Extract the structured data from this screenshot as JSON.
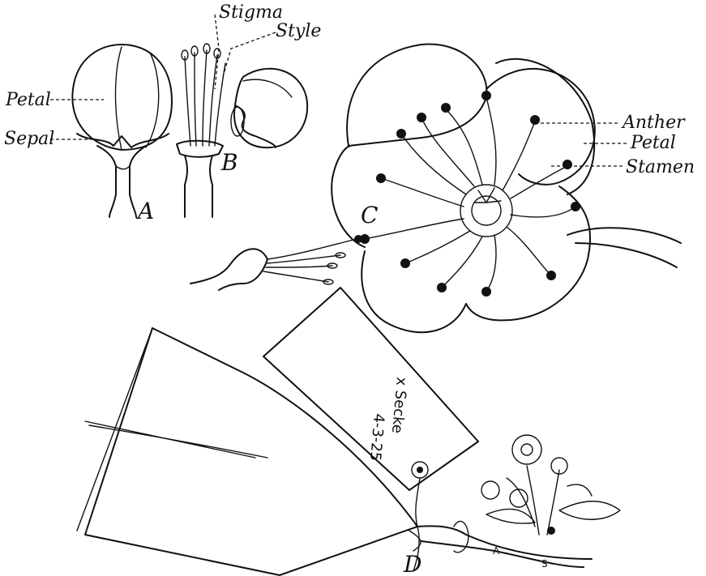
{
  "labels": {
    "petal_left": "Petal",
    "sepal": "Sepal",
    "stigma": "Stigma",
    "style": "Style",
    "anther": "Anther",
    "petal_right": "Petal",
    "stamen": "Stamen"
  },
  "figure_letters": {
    "a": "A",
    "b": "B",
    "c": "C",
    "d": "D"
  },
  "tag": {
    "line1": "x Secke",
    "line2": "4-3-25"
  },
  "branch_marks": {
    "mark1": "A",
    "mark2": "S"
  }
}
